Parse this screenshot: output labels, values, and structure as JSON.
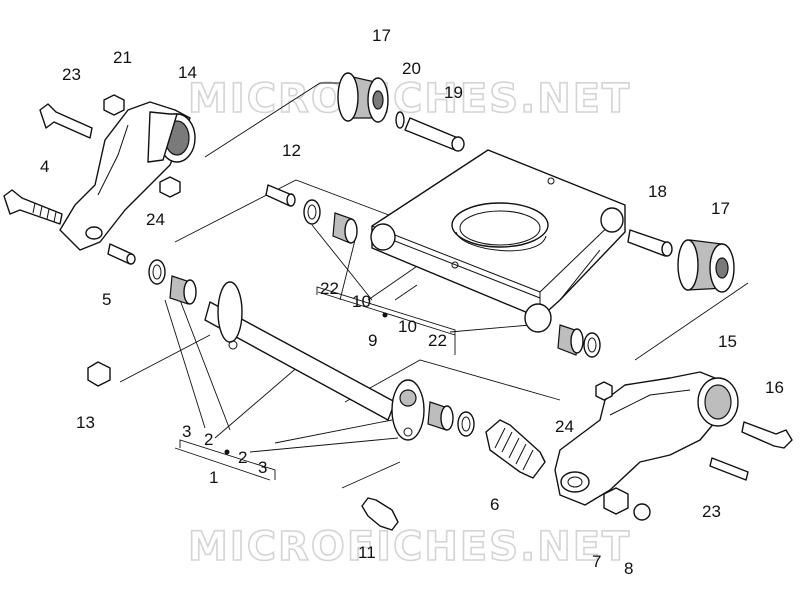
{
  "watermark": "MICROFICHES.NET",
  "callouts": [
    "1",
    "2",
    "3",
    "4",
    "5",
    "6",
    "7",
    "8",
    "9",
    "10",
    "11",
    "12",
    "13",
    "14",
    "15",
    "16",
    "17",
    "18",
    "19",
    "20",
    "21",
    "22",
    "23",
    "24"
  ]
}
